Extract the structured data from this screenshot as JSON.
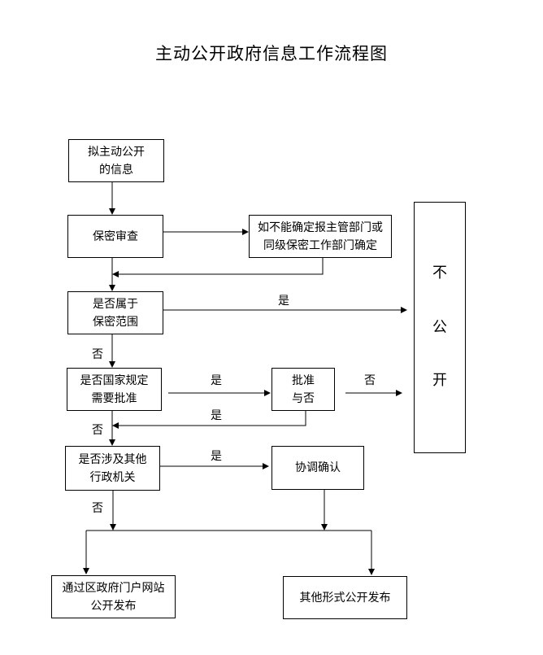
{
  "title": "主动公开政府信息工作流程图",
  "nodes": {
    "draft": {
      "line1": "拟主动公开",
      "line2": "的信息"
    },
    "review": {
      "line1": "保密审查"
    },
    "escalate": {
      "line1": "如不能确定报主管部门或",
      "line2": "同级保密工作部门确定"
    },
    "secret_scope": {
      "line1": "是否属于",
      "line2": "保密范围"
    },
    "national_rule": {
      "line1": "是否国家规定",
      "line2": "需要批准"
    },
    "approve": {
      "line1": "批准",
      "line2": "与否"
    },
    "other_agency": {
      "line1": "是否涉及其他",
      "line2": "行政机关"
    },
    "coordinate": {
      "line1": "协调确认"
    },
    "publish_web": {
      "line1": "通过区政府门户网站",
      "line2": "公开发布"
    },
    "publish_other": {
      "line1": "其他形式公开发布"
    },
    "not_public": {
      "c1": "不",
      "c2": "公",
      "c3": "开"
    }
  },
  "edge_labels": {
    "scope_yes": "是",
    "scope_no": "否",
    "rule_yes": "是",
    "approve_no": "否",
    "approve_yes": "是",
    "rule_no": "否",
    "agency_yes": "是",
    "agency_no": "否"
  }
}
